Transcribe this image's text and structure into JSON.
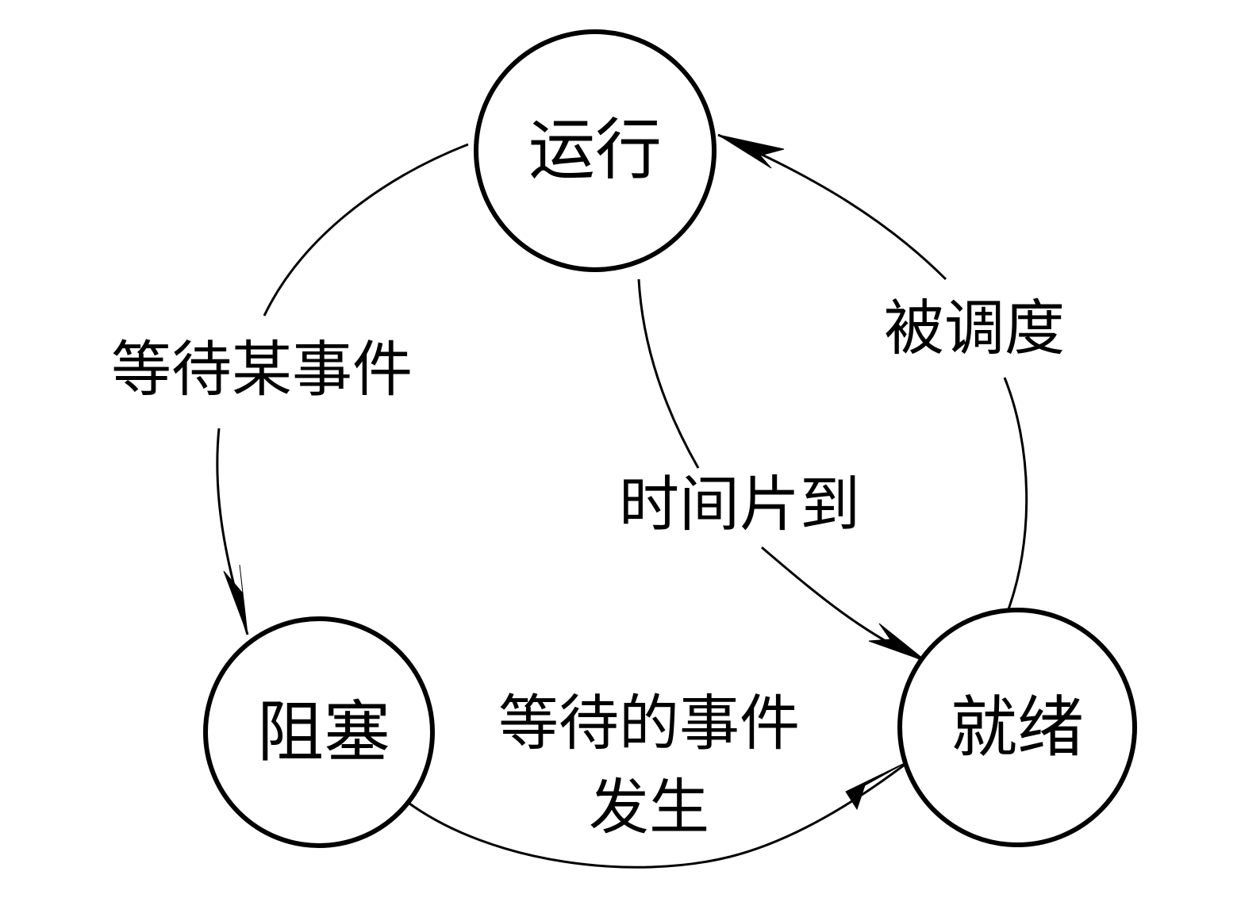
{
  "diagram": {
    "states": {
      "running": "运行",
      "blocked": "阻塞",
      "ready": "就绪"
    },
    "transitions": {
      "wait_event": "等待某事件",
      "scheduled": "被调度",
      "time_slice_up": "时间片到",
      "event_occurs_line1": "等待的事件",
      "event_occurs_line2": "发生"
    }
  },
  "colors": {
    "stroke": "#000000",
    "background": "#ffffff"
  }
}
